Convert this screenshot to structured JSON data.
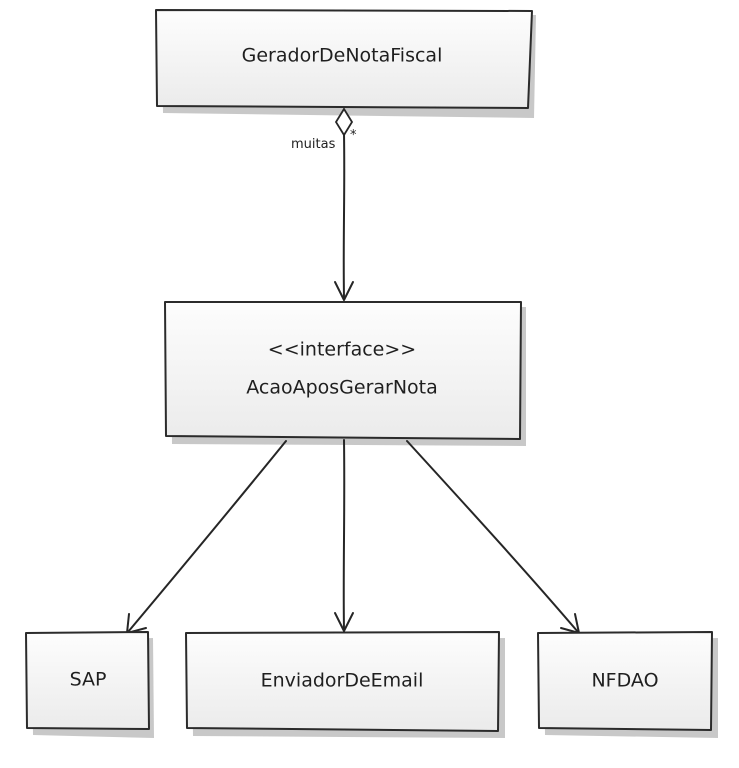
{
  "diagram": {
    "nodes": {
      "gerador": {
        "label": "GeradorDeNotaFiscal"
      },
      "interface": {
        "stereotype": "<<interface>>",
        "label": "AcaoAposGerarNota"
      },
      "sap": {
        "label": "SAP"
      },
      "enviador": {
        "label": "EnviadorDeEmail"
      },
      "nfdao": {
        "label": "NFDAO"
      }
    },
    "edges": {
      "aggregation": {
        "label": "muitas",
        "multiplicity": "*"
      }
    }
  }
}
